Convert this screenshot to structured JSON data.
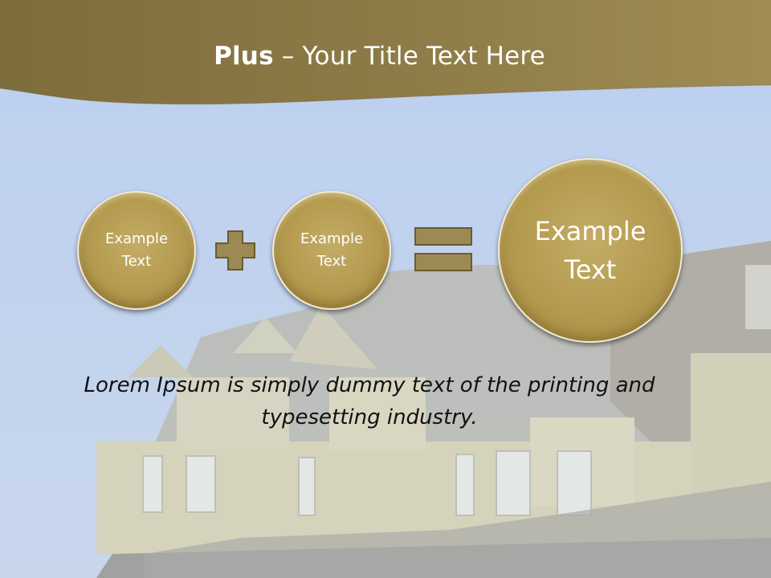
{
  "slide": {
    "title_bold": "Plus",
    "title_rest": " – Your Title Text Here",
    "circle_1_text": "Example\nText",
    "circle_2_text": "Example\nText",
    "circle_3_text": "Example\nText",
    "body_text": "Lorem Ipsum is simply dummy text of the printing and typesetting industry."
  },
  "colors": {
    "header_band": "#8c7a45",
    "circle_fill": "#b49a4e",
    "sky": "#c4d4ee",
    "operator_fill": "#9c8a55"
  },
  "icons": {
    "plus": "plus-icon",
    "equals": "equals-icon"
  }
}
